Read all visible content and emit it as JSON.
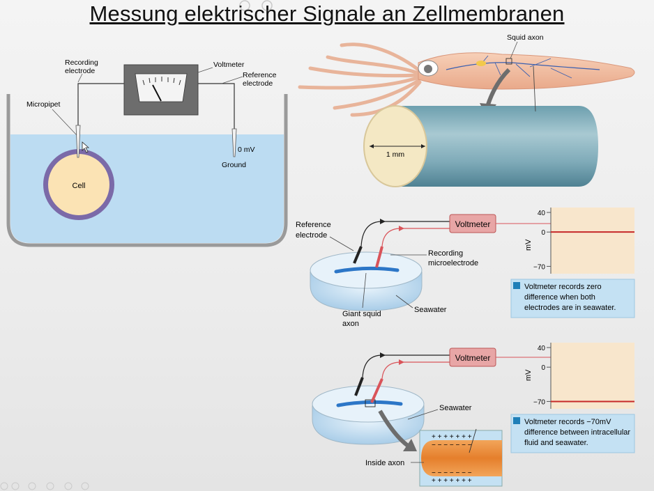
{
  "title": "Messung elektrischer Signale an Zellmembranen",
  "left_setup": {
    "recording_electrode_line1": "Recording",
    "recording_electrode_line2": "electrode",
    "voltmeter": "Voltmeter",
    "reference_electrode_line1": "Reference",
    "reference_electrode_line2": "electrode",
    "micropipet": "Micropipet",
    "zero_mv": "0 mV",
    "ground": "Ground",
    "cell": "Cell"
  },
  "squid": {
    "squid_axon": "Squid axon",
    "diameter": "1 mm"
  },
  "panel1": {
    "reference_electrode_line1": "Reference",
    "reference_electrode_line2": "electrode",
    "recording_line1": "Recording",
    "recording_line2": "microelectrode",
    "giant_line1": "Giant squid",
    "giant_line2": "axon",
    "seawater": "Seawater",
    "voltmeter": "Voltmeter",
    "ylabel": "mV",
    "tick_top": "40",
    "tick_mid": "0",
    "tick_bot": "−70",
    "caption_line1": "Voltmeter records zero",
    "caption_line2": "difference when both",
    "caption_line3": "electrodes are in seawater.",
    "recorded_value_mv": 0
  },
  "panel2": {
    "voltmeter": "Voltmeter",
    "seawater": "Seawater",
    "inside_axon": "Inside axon",
    "ylabel": "mV",
    "tick_top": "40",
    "tick_mid": "0",
    "tick_bot": "−70",
    "caption_line1": "Voltmeter records −70mV",
    "caption_line2": "difference between intracellular",
    "caption_line3": "fluid and seawater.",
    "recorded_value_mv": -70,
    "plus_row": "+ + + + + + +",
    "minus_row": "− − − − − − −"
  },
  "colors": {
    "seawater": "#bcdcf2",
    "cell_fill": "#fbe3b4",
    "cell_membrane": "#7b6aa8",
    "voltmeter_box": "#e8a6a6",
    "chart_bg": "#f8e6cc",
    "trace": "#c62828",
    "caption_bg": "#c4e1f3",
    "axon_inside": "#e98a38"
  }
}
